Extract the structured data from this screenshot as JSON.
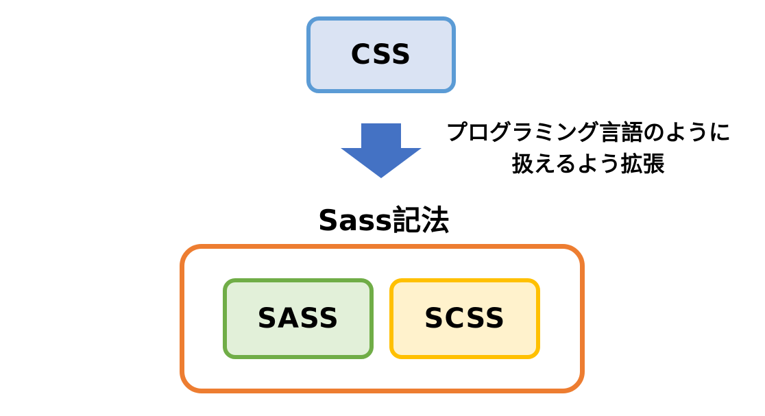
{
  "nodes": {
    "css": {
      "label": "CSS"
    },
    "sass_group": {
      "title": "Sass記法"
    },
    "sass": {
      "label": "SASS"
    },
    "scss": {
      "label": "SCSS"
    }
  },
  "arrow": {
    "label_line1": "プログラミング言語のように",
    "label_line2": "扱えるよう拡張"
  },
  "colors": {
    "css_border": "#5b9bd5",
    "css_fill": "#dae3f3",
    "arrow": "#4472c4",
    "group_border": "#ed7d31",
    "sass_border": "#70ad47",
    "sass_fill": "#e2f0d9",
    "scss_border": "#ffc000",
    "scss_fill": "#fff2cc"
  }
}
